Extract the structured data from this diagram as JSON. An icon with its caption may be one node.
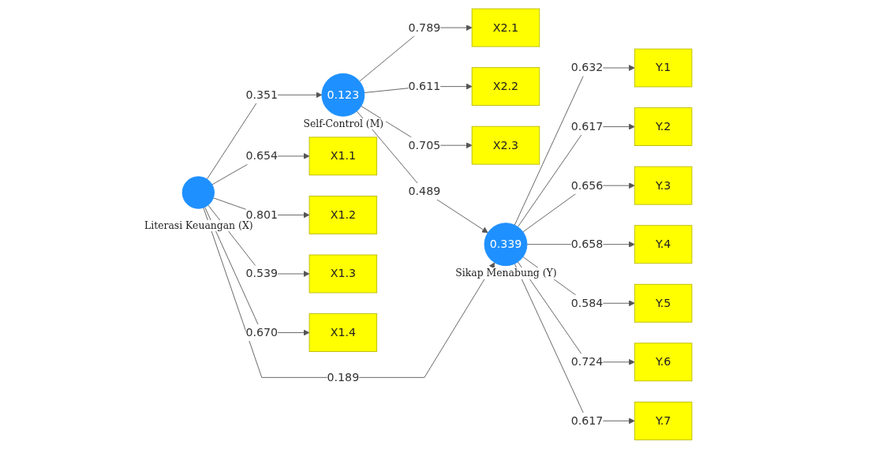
{
  "diagram": {
    "nodes": [
      {
        "text": [
          "X2.1"
        ]
      },
      {
        "text": [
          "X2.2"
        ]
      },
      {
        "text": [
          "X2.3"
        ]
      },
      {
        "text": [
          "0.123"
        ],
        "beside": [
          "Self-Control (M)"
        ]
      },
      {
        "text": [
          "X1.1"
        ]
      },
      {
        "text": [
          "X1.2"
        ]
      },
      {
        "text": [
          "X1.3"
        ]
      },
      {
        "text": [
          "X1.4"
        ]
      },
      {
        "text": [],
        "shape": "circle",
        "beside": [
          "Literasi Keuangan (X)"
        ]
      },
      {
        "text": [
          "0.339"
        ],
        "beside": [
          "Sikap Menabung (Y)"
        ]
      },
      {
        "text": [
          "Y.1"
        ]
      },
      {
        "text": [
          "Y.2"
        ]
      },
      {
        "text": [
          "Y.3"
        ]
      },
      {
        "text": [
          "Y.4"
        ]
      },
      {
        "text": [
          "Y.5"
        ]
      },
      {
        "text": [
          "Y.6"
        ]
      },
      {
        "text": [
          "Y.7"
        ]
      }
    ],
    "edges": [
      {
        "from": 3,
        "to": 0,
        "arrow": "to",
        "label": "0.789"
      },
      {
        "from": 3,
        "to": 1,
        "arrow": "to",
        "label": "0.611"
      },
      {
        "from": 3,
        "to": 2,
        "arrow": "to",
        "label": "0.705"
      },
      {
        "from": 8,
        "to": 3,
        "arrow": "to",
        "label": "0.351"
      },
      {
        "from": 3,
        "to": 9,
        "arrow": "to",
        "label": "0.489"
      },
      {
        "from": 8,
        "to": 9,
        "arrow": "to",
        "label": "0.189"
      },
      {
        "from": 8,
        "to": 4,
        "arrow": "to",
        "label": "0.654"
      },
      {
        "from": 8,
        "to": 5,
        "arrow": "to",
        "label": "0.801"
      },
      {
        "from": 8,
        "to": 6,
        "arrow": "to",
        "label": "0.539"
      },
      {
        "from": 8,
        "to": 7,
        "arrow": "to",
        "label": "0.670"
      },
      {
        "from": 9,
        "to": 10,
        "arrow": "to",
        "label": "0.632"
      },
      {
        "from": 9,
        "to": 11,
        "arrow": "to",
        "label": "0.617"
      },
      {
        "from": 9,
        "to": 12,
        "arrow": "to",
        "label": "0.656"
      },
      {
        "from": 9,
        "to": 13,
        "arrow": "to",
        "label": "0.658"
      },
      {
        "from": 9,
        "to": 14,
        "arrow": "to",
        "label": "0.584"
      },
      {
        "from": 9,
        "to": 15,
        "arrow": "to",
        "label": "0.724"
      },
      {
        "from": 9,
        "to": 16,
        "arrow": "to",
        "label": "0.617"
      }
    ]
  }
}
